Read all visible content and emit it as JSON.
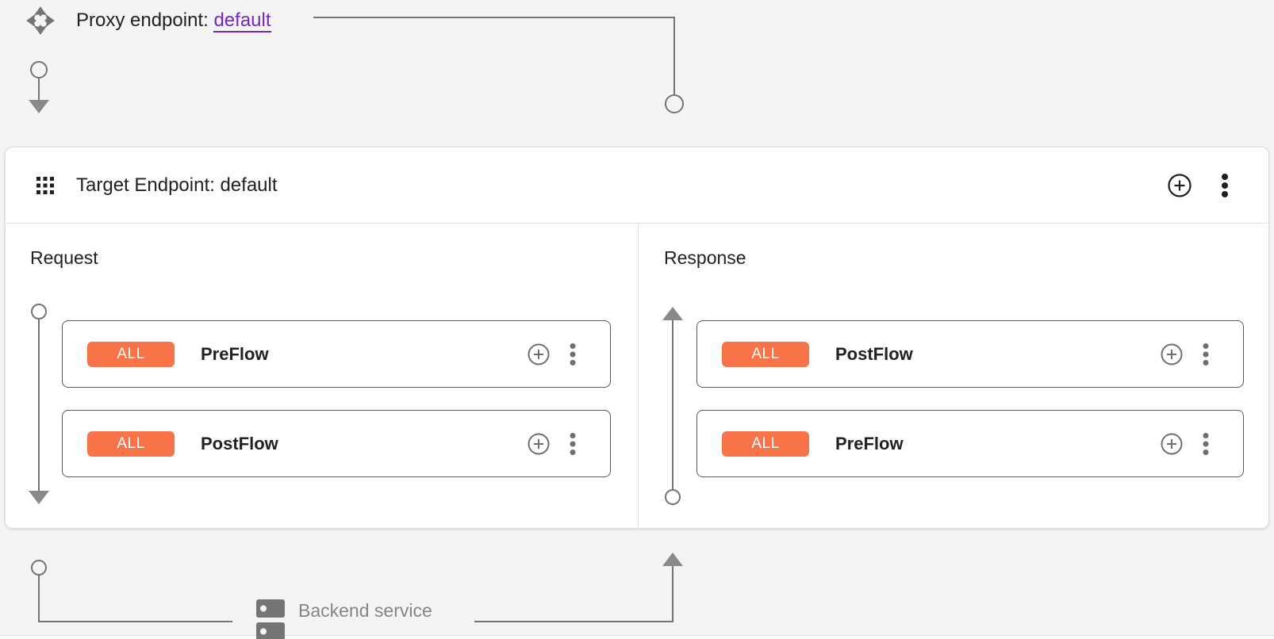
{
  "proxy_endpoint": {
    "label": "Proxy endpoint:",
    "link_text": "default"
  },
  "target_endpoint": {
    "title": "Target Endpoint: default"
  },
  "request_lane": {
    "title": "Request",
    "flows": [
      {
        "badge": "ALL",
        "name": "PreFlow"
      },
      {
        "badge": "ALL",
        "name": "PostFlow"
      }
    ]
  },
  "response_lane": {
    "title": "Response",
    "flows": [
      {
        "badge": "ALL",
        "name": "PostFlow"
      },
      {
        "badge": "ALL",
        "name": "PreFlow"
      }
    ]
  },
  "backend": {
    "label": "Backend service"
  },
  "icons": {
    "proxy_endpoint_icon": "proxy-diamond-arrows",
    "target_endpoint_icon": "apps-grid",
    "add_icon": "plus-in-circle",
    "menu_icon": "three-dots-vertical",
    "backend_icon": "dns-server"
  },
  "colors": {
    "badge_orange": "#F97349",
    "link_purple": "#7627BB",
    "connector_gray": "#757575",
    "canvas_gray": "#F4F4F4",
    "panel_white": "#FFFFFF"
  }
}
